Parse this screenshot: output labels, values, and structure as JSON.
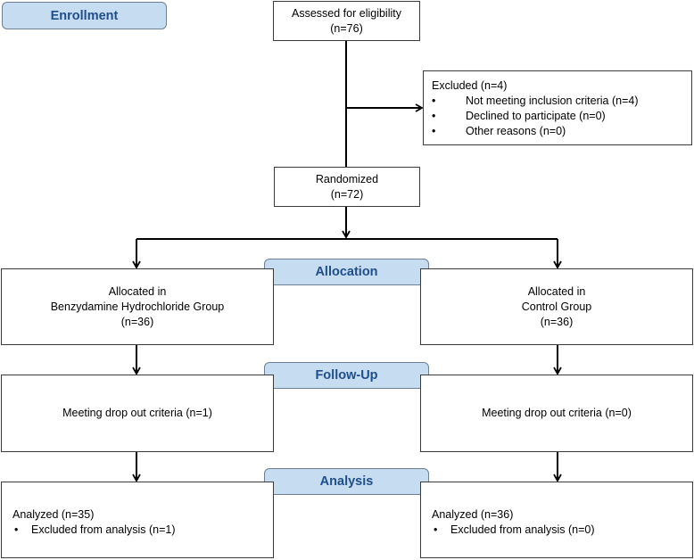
{
  "stages": {
    "enrollment": "Enrollment",
    "allocation": "Allocation",
    "follow_up": "Follow-Up",
    "analysis": "Analysis"
  },
  "assessed": {
    "line1": "Assessed for eligibility",
    "line2": "(n=76)"
  },
  "excluded": {
    "title": "Excluded (n=4)",
    "items": [
      "Not meeting inclusion criteria (n=4)",
      "Declined to participate (n=0)",
      "Other reasons (n=0)"
    ]
  },
  "randomized": {
    "line1": "Randomized",
    "line2": "(n=72)"
  },
  "left_arm": {
    "allocated": {
      "line1": "Allocated in",
      "line2": "Benzydamine Hydrochloride Group",
      "line3": "(n=36)"
    },
    "followup": "Meeting drop out criteria (n=1)",
    "analysis": {
      "title": "Analyzed (n=35)",
      "item": "Excluded from analysis (n=1)"
    }
  },
  "right_arm": {
    "allocated": {
      "line1": "Allocated in",
      "line2": "Control Group",
      "line3": "(n=36)"
    },
    "followup": "Meeting drop out criteria (n=0)",
    "analysis": {
      "title": "Analyzed (n=36)",
      "item": "Excluded from analysis (n=0)"
    }
  },
  "bullet_symbol": "•",
  "colors": {
    "stage_fill": "#c6dcf0",
    "stage_text": "#1f4e8c",
    "box_border": "#3a3a3a",
    "arrow": "#000000"
  }
}
